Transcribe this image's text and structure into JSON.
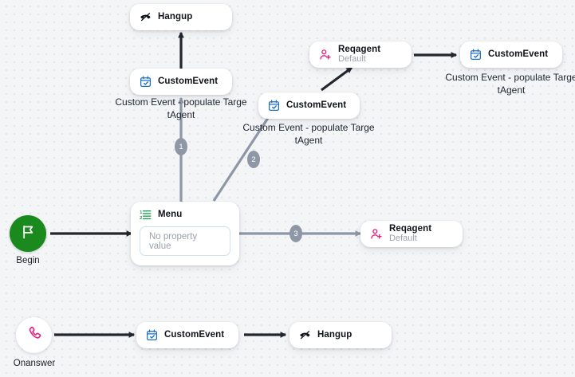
{
  "canvas": {
    "background_color": "#f4f5f7",
    "dot_color": "#e2e4e8"
  },
  "colors": {
    "begin_green": "#1a8a1f",
    "phone_pink": "#e8197d",
    "calendar_blue": "#1b6fc4",
    "menu_green": "#1f9d55",
    "badge_gray": "#8d97a5",
    "edge_dark": "#22262e",
    "edge_gray": "#8d97a5"
  },
  "start_nodes": [
    {
      "id": "begin",
      "icon": "flag-icon",
      "label": "Begin"
    },
    {
      "id": "onanswer",
      "icon": "phone-icon",
      "label": "Onanswer"
    }
  ],
  "nodes": [
    {
      "id": "hangup-top",
      "icon": "hangup-icon",
      "title": "Hangup",
      "subtitle": ""
    },
    {
      "id": "customevent-top",
      "icon": "calendar-check-icon",
      "title": "CustomEvent",
      "subtitle": ""
    },
    {
      "id": "customevent-mid",
      "icon": "calendar-check-icon",
      "title": "CustomEvent",
      "subtitle": ""
    },
    {
      "id": "reqagent-top",
      "icon": "person-add-icon",
      "title": "Reqagent",
      "subtitle": "Default"
    },
    {
      "id": "customevent-right",
      "icon": "calendar-check-icon",
      "title": "CustomEvent",
      "subtitle": ""
    },
    {
      "id": "menu",
      "icon": "ordered-list-icon",
      "title": "Menu",
      "subtitle": ""
    },
    {
      "id": "reqagent-mid",
      "icon": "person-add-icon",
      "title": "Reqagent",
      "subtitle": "Default"
    },
    {
      "id": "customevent-bot",
      "icon": "calendar-check-icon",
      "title": "CustomEvent",
      "subtitle": ""
    },
    {
      "id": "hangup-bot",
      "icon": "hangup-icon",
      "title": "Hangup",
      "subtitle": ""
    }
  ],
  "menu_node": {
    "title": "Menu",
    "property_placeholder": "No property value"
  },
  "edge_labels": [
    {
      "id": "edge-label-1",
      "text": "Custom Event - populate Targe\ntAgent"
    },
    {
      "id": "edge-label-2",
      "text": "Custom Event - populate Targe\ntAgent"
    },
    {
      "id": "edge-label-3",
      "text": "Custom Event - populate Targe\ntAgent"
    }
  ],
  "badges": [
    {
      "id": "badge-1",
      "number": "1"
    },
    {
      "id": "badge-2",
      "number": "2"
    },
    {
      "id": "badge-3",
      "number": "3"
    }
  ]
}
